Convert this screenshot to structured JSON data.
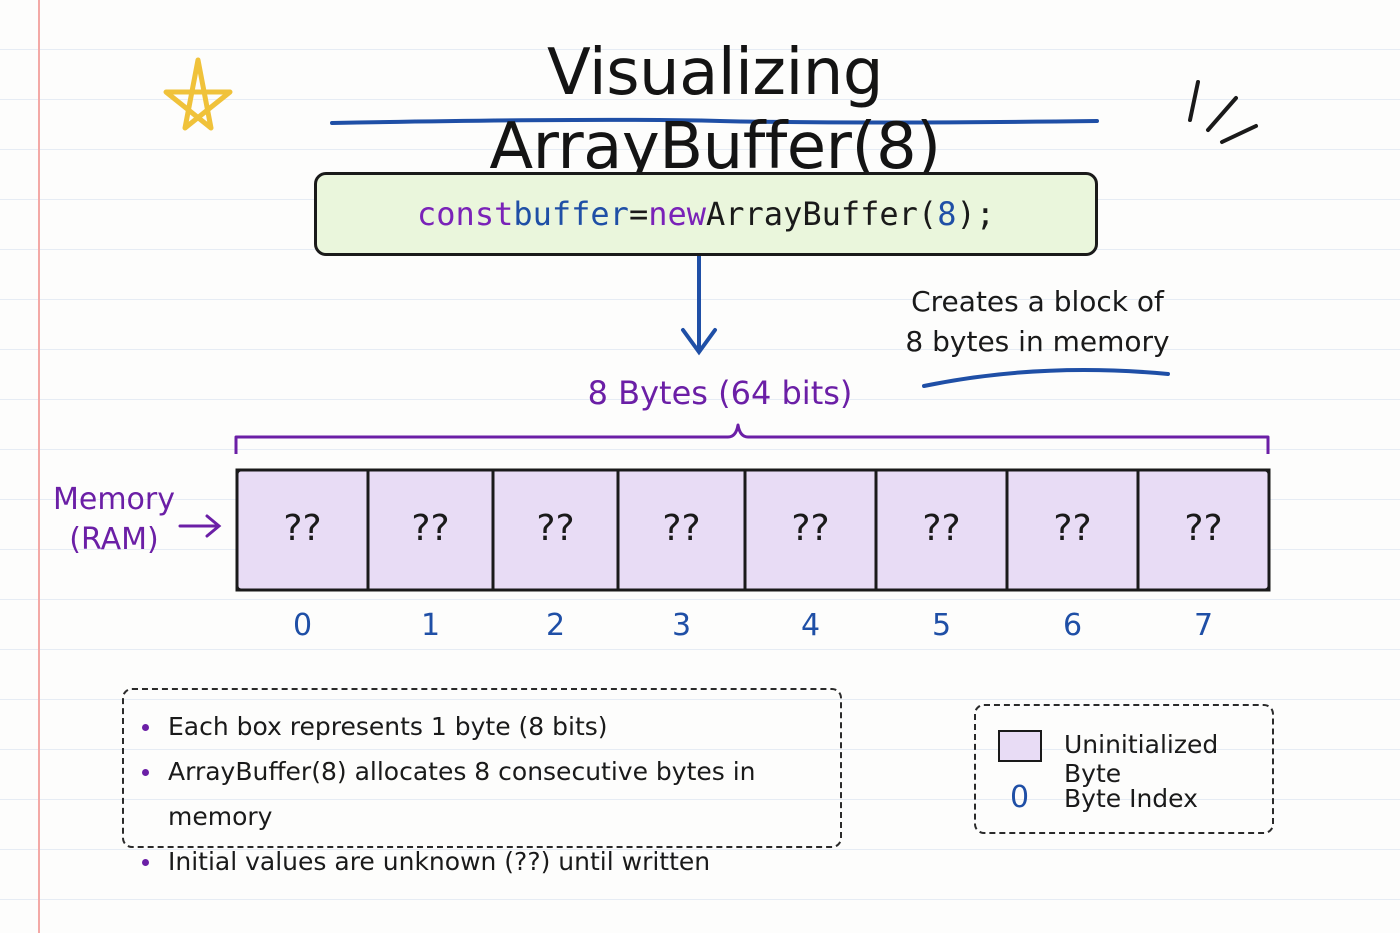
{
  "title": "Visualizing ArrayBuffer(8)",
  "code": {
    "kw_const": "const",
    "var_name": "buffer",
    "eq": "=",
    "kw_new": "new",
    "ctor": "ArrayBuffer(",
    "arg": "8",
    "tail": ");"
  },
  "note": {
    "line1": "Creates a block of",
    "line2": "8 bytes in memory"
  },
  "bytes_label": "8 Bytes (64 bits)",
  "memory_label": {
    "line1": "Memory",
    "line2": "(RAM)"
  },
  "cells": [
    "??",
    "??",
    "??",
    "??",
    "??",
    "??",
    "??",
    "??"
  ],
  "indices": [
    "0",
    "1",
    "2",
    "3",
    "4",
    "5",
    "6",
    "7"
  ],
  "bullets": [
    "Each box represents 1 byte (8 bits)",
    "ArrayBuffer(8) allocates 8 consecutive bytes in memory",
    "Initial values are unknown (??) until written"
  ],
  "legend": {
    "swatch_label": "Uninitialized Byte",
    "index_sample": "0",
    "index_label": "Byte Index"
  },
  "colors": {
    "cell_fill": "#e8dcf5",
    "code_fill": "#eaf6dc",
    "purple": "#6b1fa6",
    "blue": "#1f4fa6",
    "star": "#f0c23a"
  }
}
